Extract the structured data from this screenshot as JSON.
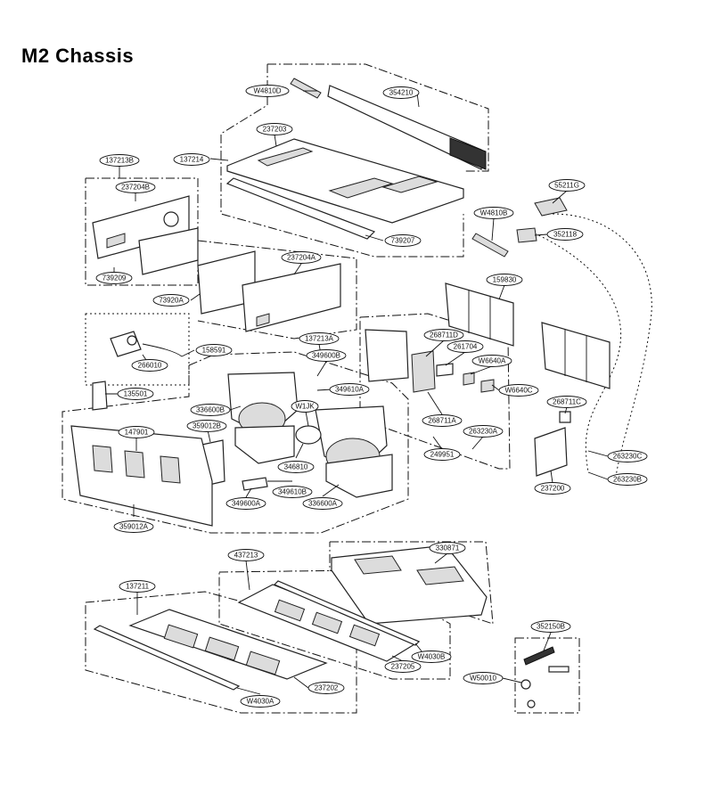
{
  "title": "M2 Chassis",
  "callouts": {
    "c_W4810D": "W4810D",
    "c_354210": "354210",
    "c_237203": "237203",
    "c_137214": "137214",
    "c_137213B": "137213B",
    "c_237204B": "237204B",
    "c_739207": "739207",
    "c_739209": "739209",
    "c_73920A": "73920A",
    "c_237204A": "237204A",
    "c_158591": "158591",
    "c_266010": "266010",
    "c_137213A": "137213A",
    "c_349600B": "349600B",
    "c_349610A": "349610A",
    "c_135501": "135501",
    "c_336600B": "336600B",
    "c_W1JK": "W1JK",
    "c_359012B": "359012B",
    "c_147901": "147901",
    "c_346810": "346810",
    "c_349610B": "349610B",
    "c_349600A": "349600A",
    "c_336600A": "336600A",
    "c_359012A": "359012A",
    "c_55211G": "55211G",
    "c_W4810B": "W4810B",
    "c_352118": "352118",
    "c_159830": "159830",
    "c_268711D": "268711D",
    "c_261704": "261704",
    "c_W6640A": "W6640A",
    "c_W6640C": "W6640C",
    "c_268711C": "268711C",
    "c_268711A": "268711A",
    "c_263230A": "263230A",
    "c_249951": "249951",
    "c_263230C": "263230C",
    "c_263230B": "263230B",
    "c_237200": "237200",
    "c_330871": "330871",
    "c_437213": "437213",
    "c_137211": "137211",
    "c_237202": "237202",
    "c_W4030A": "W4030A",
    "c_237205": "237205",
    "c_W4030B": "W4030B",
    "c_352150B": "352150B",
    "c_W50010": "W50010"
  }
}
